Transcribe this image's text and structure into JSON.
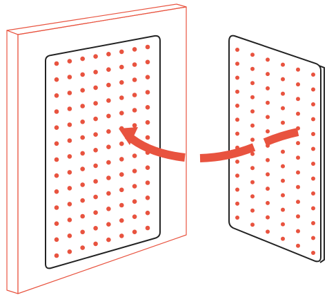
{
  "illustration": {
    "subject": "dot-grid-panel-transfer",
    "accent_color": "#e8533f",
    "outline_color": "#222222",
    "frame_color": "#e8533f",
    "background_color": "#ffffff",
    "icons": [
      "picture-frame",
      "dot-panel",
      "loose-dot-panel",
      "curved-arrow"
    ]
  }
}
